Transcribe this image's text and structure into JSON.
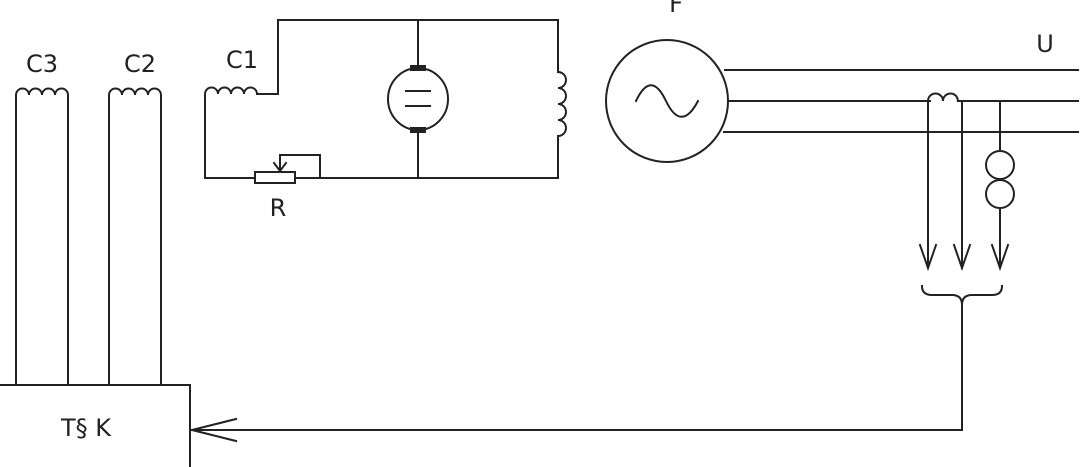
{
  "labels": {
    "c3": "C3",
    "c2": "C2",
    "c1": "C1",
    "r": "R",
    "f": "F",
    "u": "U",
    "tk": "T§ K"
  },
  "colors": {
    "line": "#222222",
    "background": "#ffffff"
  }
}
